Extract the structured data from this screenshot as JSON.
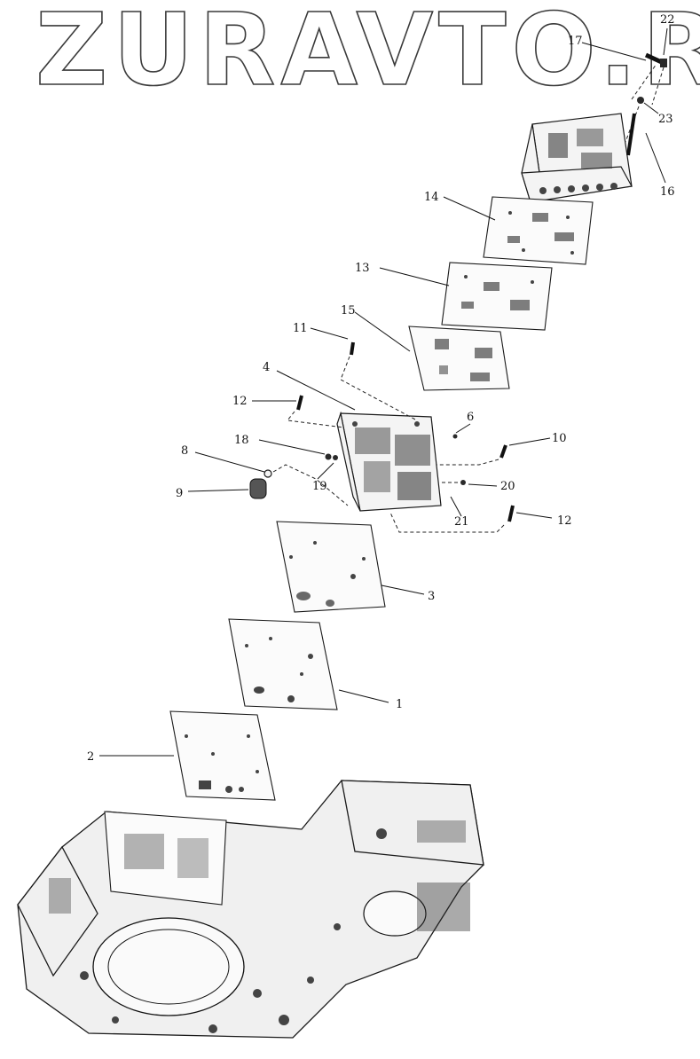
{
  "watermark": "ZURAVTO.RU",
  "callouts": {
    "c1": "1",
    "c2": "2",
    "c3": "3",
    "c4": "4",
    "c6": "6",
    "c8": "8",
    "c9": "9",
    "c10": "10",
    "c11": "11",
    "c12a": "12",
    "c12b": "12",
    "c13": "13",
    "c14": "14",
    "c15": "15",
    "c16": "16",
    "c17": "17",
    "c18": "18",
    "c19": "19",
    "c20": "20",
    "c21": "21",
    "c22": "22",
    "c23": "23"
  }
}
